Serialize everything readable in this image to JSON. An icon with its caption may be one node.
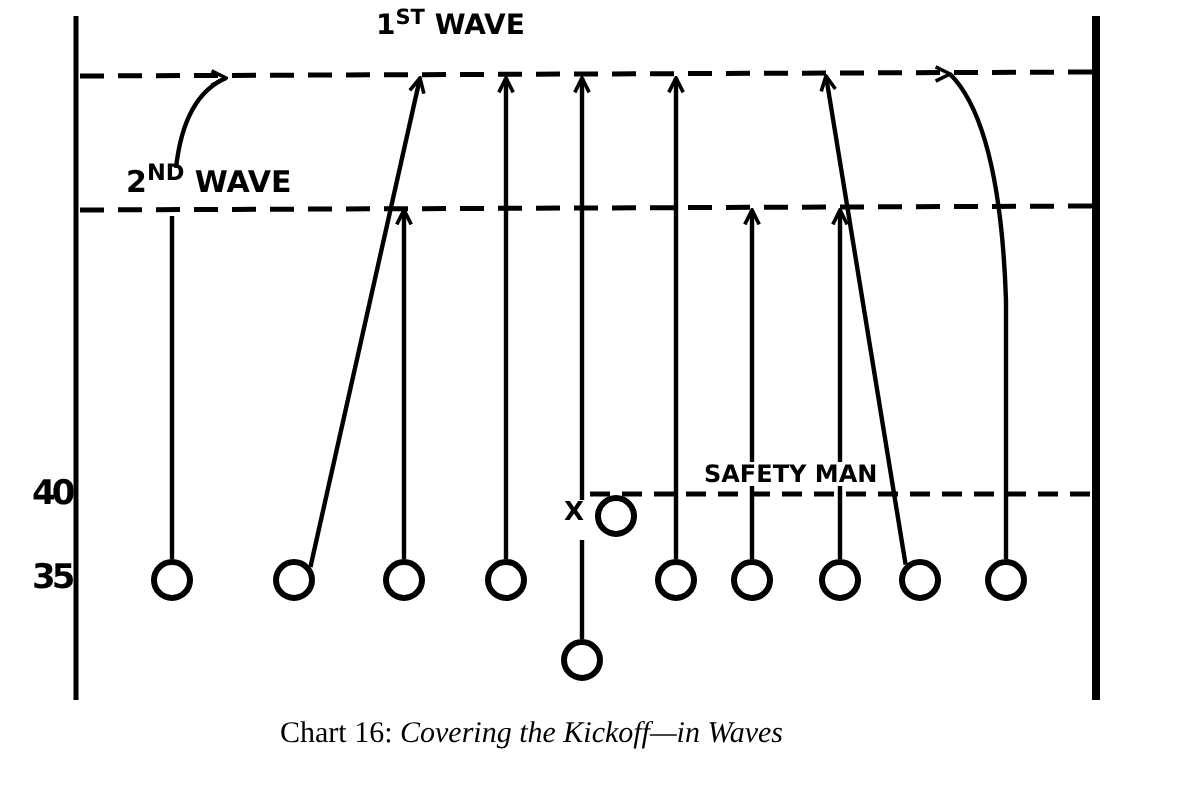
{
  "diagram": {
    "caption": "Chart 16: *Covering the Kickoff—in Waves*",
    "nodes": [
      {
        "text": [],
        "shape": "circle"
      },
      {
        "text": [],
        "shape": "circle"
      },
      {
        "text": [],
        "shape": "circle"
      },
      {
        "text": [],
        "shape": "circle"
      },
      {
        "text": [],
        "shape": "circle"
      },
      {
        "text": [],
        "shape": "circle"
      },
      {
        "text": [],
        "shape": "circle"
      },
      {
        "text": [],
        "shape": "circle"
      },
      {
        "text": [],
        "shape": "circle"
      },
      {
        "text": [],
        "shape": "circle"
      },
      {
        "text": [],
        "shape": "circle"
      }
    ],
    "edges": [
      {
        "from": 1,
        "to": null,
        "arrow": "to"
      },
      {
        "from": 2,
        "to": null,
        "arrow": "to"
      },
      {
        "from": 3,
        "to": null,
        "arrow": "to"
      },
      {
        "from": 4,
        "to": null,
        "arrow": "to"
      },
      {
        "from": 10,
        "to": null,
        "arrow": "to"
      },
      {
        "from": 5,
        "to": null,
        "arrow": "to"
      },
      {
        "from": 6,
        "to": null,
        "arrow": "to"
      },
      {
        "from": 7,
        "to": null,
        "arrow": "to"
      },
      {
        "from": 8,
        "to": null,
        "arrow": "to"
      },
      {
        "from": 9,
        "to": null,
        "arrow": "to"
      }
    ],
    "labels": [
      "1$^{ST}$ WAVE",
      "2$^{ND}$ WAVE",
      "SAFETY MAN",
      "40",
      "X",
      "35"
    ]
  }
}
